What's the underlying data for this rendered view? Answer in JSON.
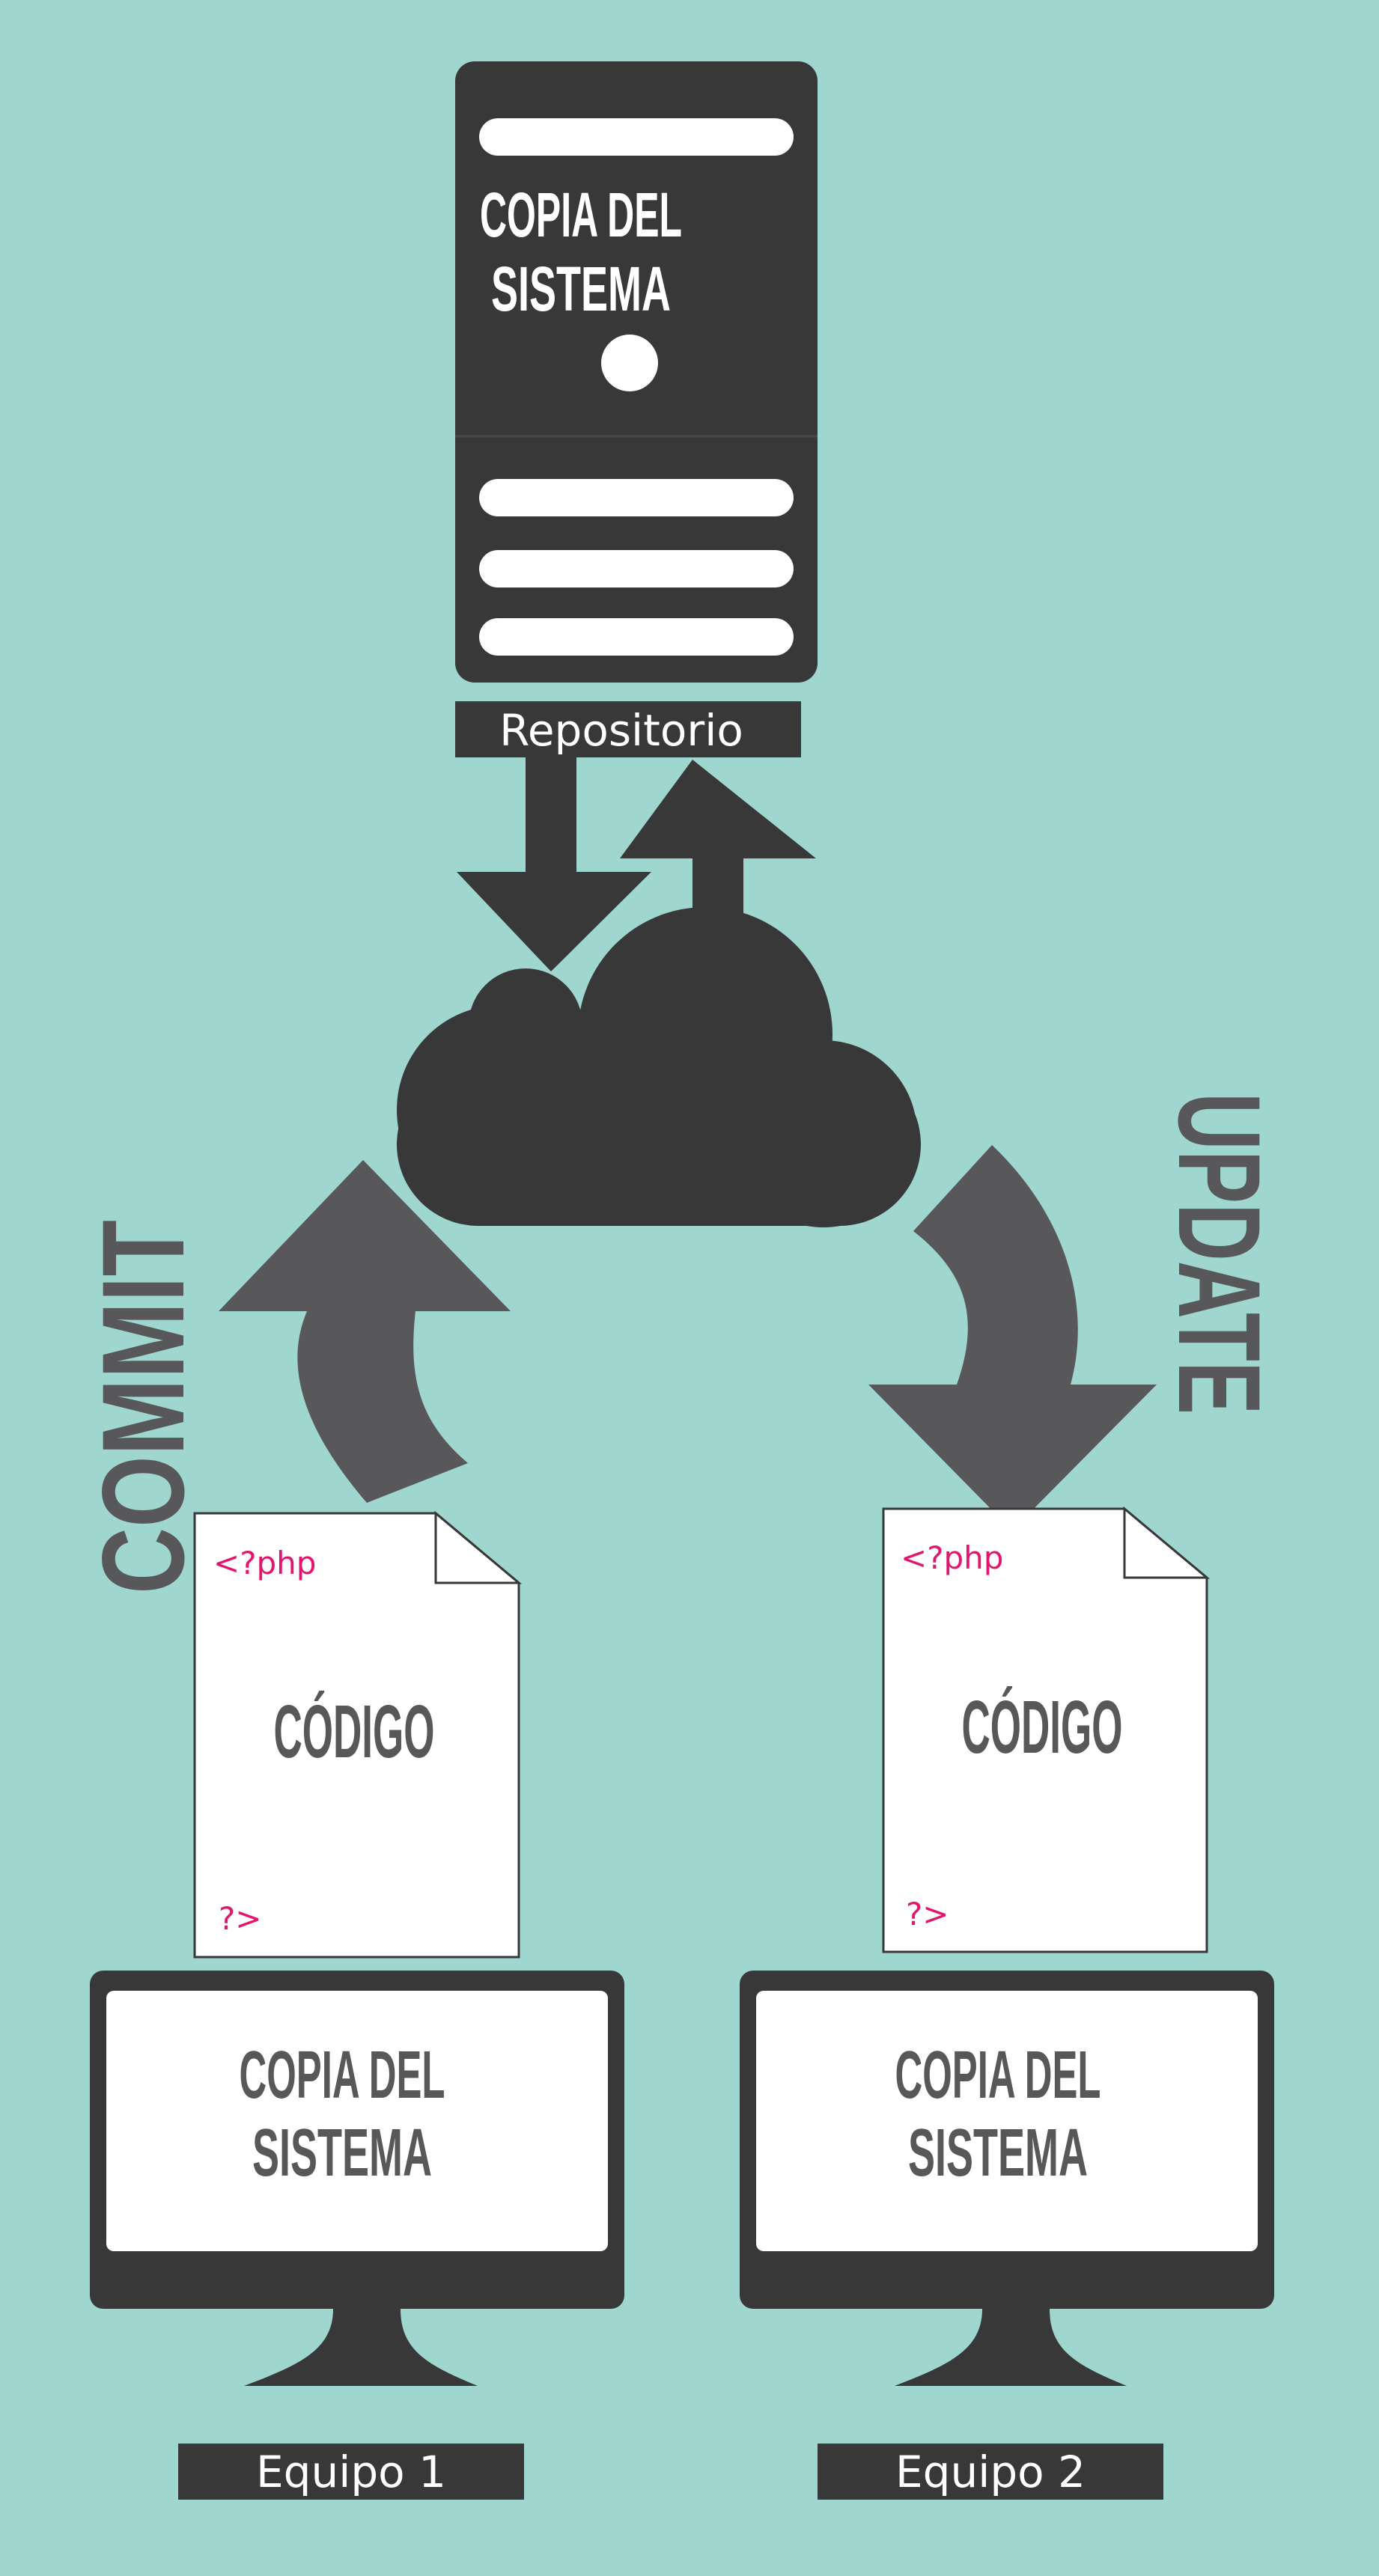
{
  "colors": {
    "background": "#9fd6d0",
    "dark": "#383838",
    "arrow": "#58585a",
    "paper": "#ffffff",
    "php_tag": "#e2166f"
  },
  "server": {
    "title_line1": "COPIA DEL",
    "title_line2": "SISTEMA",
    "label": "Repositorio"
  },
  "flows": {
    "commit": "COMMIT",
    "update": "UPDATE"
  },
  "documents": [
    {
      "open_tag": "<?php",
      "title": "CÓDIGO",
      "close_tag": "?>"
    },
    {
      "open_tag": "<?php",
      "title": "CÓDIGO",
      "close_tag": "?>"
    }
  ],
  "computers": [
    {
      "title_line1": "COPIA DEL",
      "title_line2": "SISTEMA",
      "label": "Equipo 1"
    },
    {
      "title_line1": "COPIA DEL",
      "title_line2": "SISTEMA",
      "label": "Equipo 2"
    }
  ],
  "icons": [
    "server-icon",
    "cloud-icon",
    "arrow-down-icon",
    "arrow-up-icon",
    "curved-arrow-icon",
    "document-icon",
    "monitor-icon"
  ]
}
